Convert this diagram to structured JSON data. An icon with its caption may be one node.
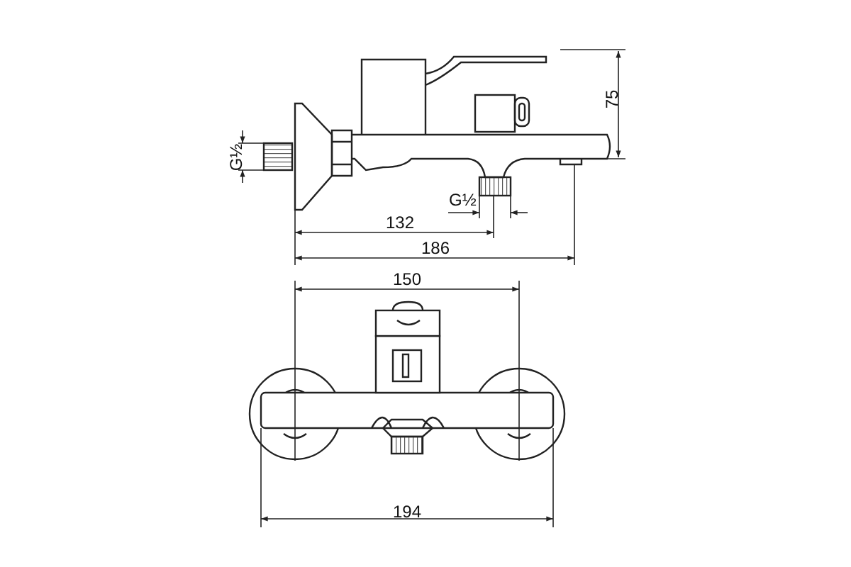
{
  "diagram": {
    "labels": [
      "75",
      "G½",
      "G½",
      "132",
      "186",
      "150",
      "194"
    ]
  }
}
